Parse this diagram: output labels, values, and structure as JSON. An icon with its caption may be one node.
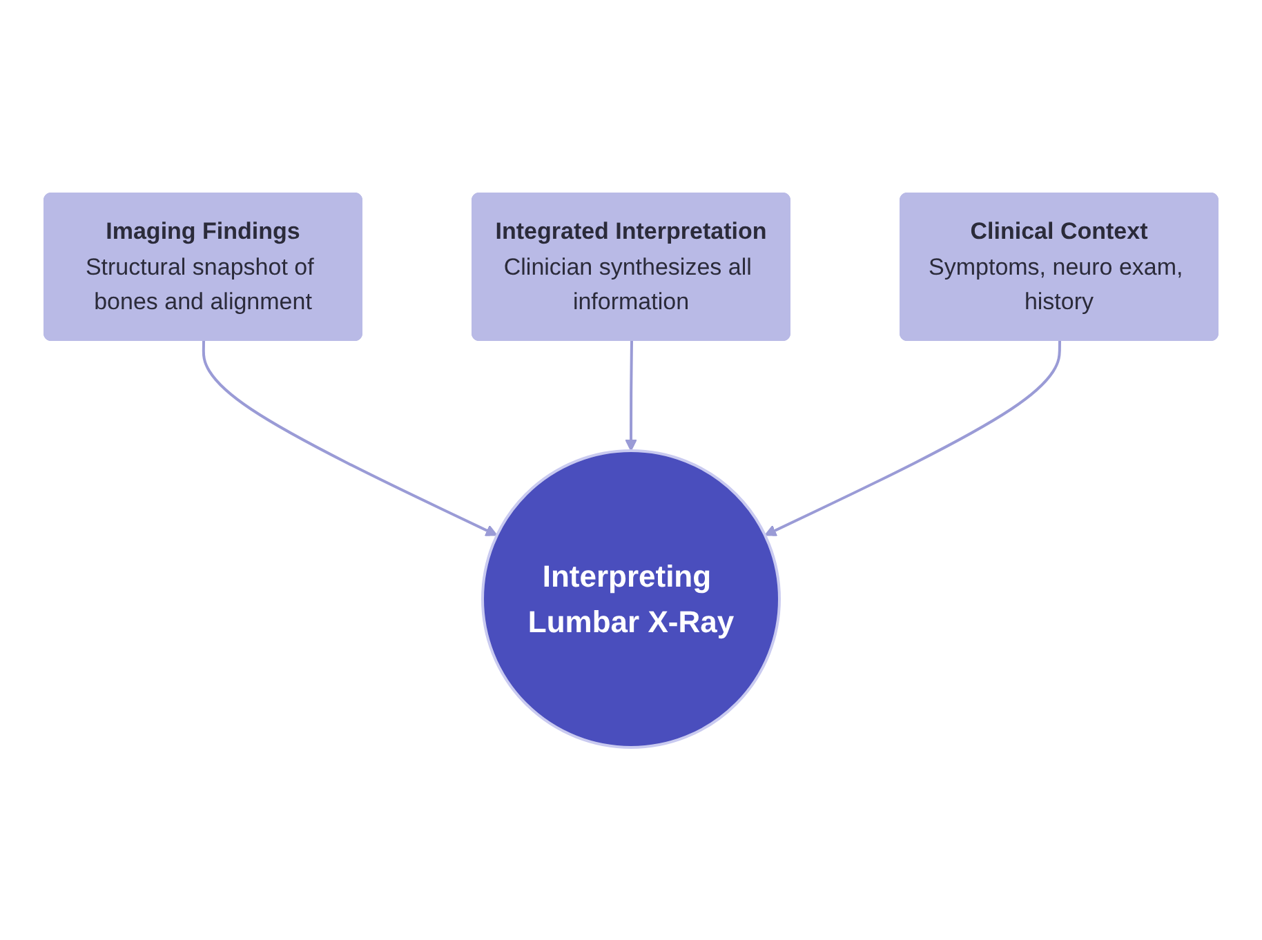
{
  "diagram": {
    "nodes": [
      {
        "text": [
          "Imaging Findings",
          "Structural snapshot of bones and alignment"
        ]
      },
      {
        "text": [
          "Interpreting Lumbar X-Ray"
        ]
      },
      {
        "text": [
          "Integrated Interpretation",
          "Clinician synthesizes all information"
        ]
      },
      {
        "text": [
          "Clinical Context",
          "Symptoms, neuro exam, history"
        ]
      }
    ],
    "edges": [
      {
        "from": 0,
        "to": 1,
        "arrow": "to"
      },
      {
        "from": 2,
        "to": 1,
        "arrow": "to"
      },
      {
        "from": 3,
        "to": 1,
        "arrow": "to"
      }
    ]
  }
}
